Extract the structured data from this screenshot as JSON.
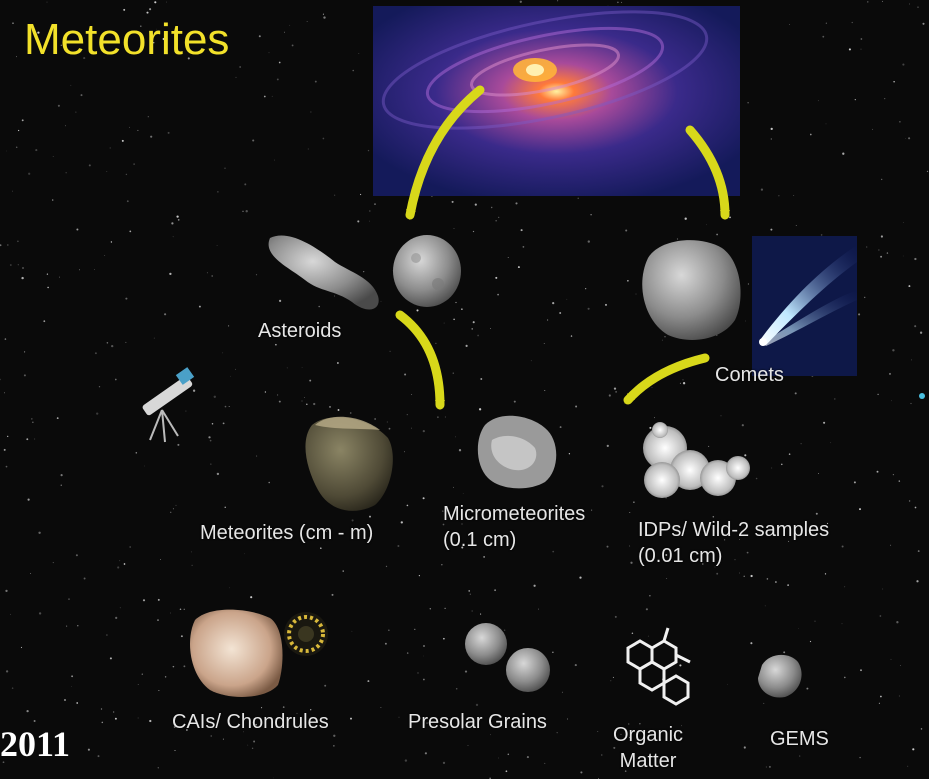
{
  "title": "Meteorites",
  "year": "2011",
  "labels": {
    "asteroids": "Asteroids",
    "comets": "Comets",
    "meteorites": "Meteorites (cm - m)",
    "micrometeorites": "Micrometeorites\n(0.1 cm)",
    "idps": "IDPs/ Wild-2 samples\n(0.01 cm)",
    "cais": "CAIs/ Chondrules",
    "presolar": "Presolar Grains",
    "organic": "Organic\nMatter",
    "gems": "GEMS"
  },
  "colors": {
    "title": "#f2e12a",
    "arrow": "#d8d81a",
    "background": "#0a0a0a",
    "nebula": "#2a1a6a"
  },
  "icons": [
    "nebula-disk-image",
    "asteroid-elongated-image",
    "asteroid-round-image",
    "comet-nucleus-image",
    "comet-tail-image",
    "telescope-icon",
    "meteorite-rock-image",
    "micrometeorite-image",
    "idp-image",
    "cai-image",
    "chondrule-image",
    "presolar-grain-image",
    "organic-molecule-icon",
    "gems-image"
  ]
}
